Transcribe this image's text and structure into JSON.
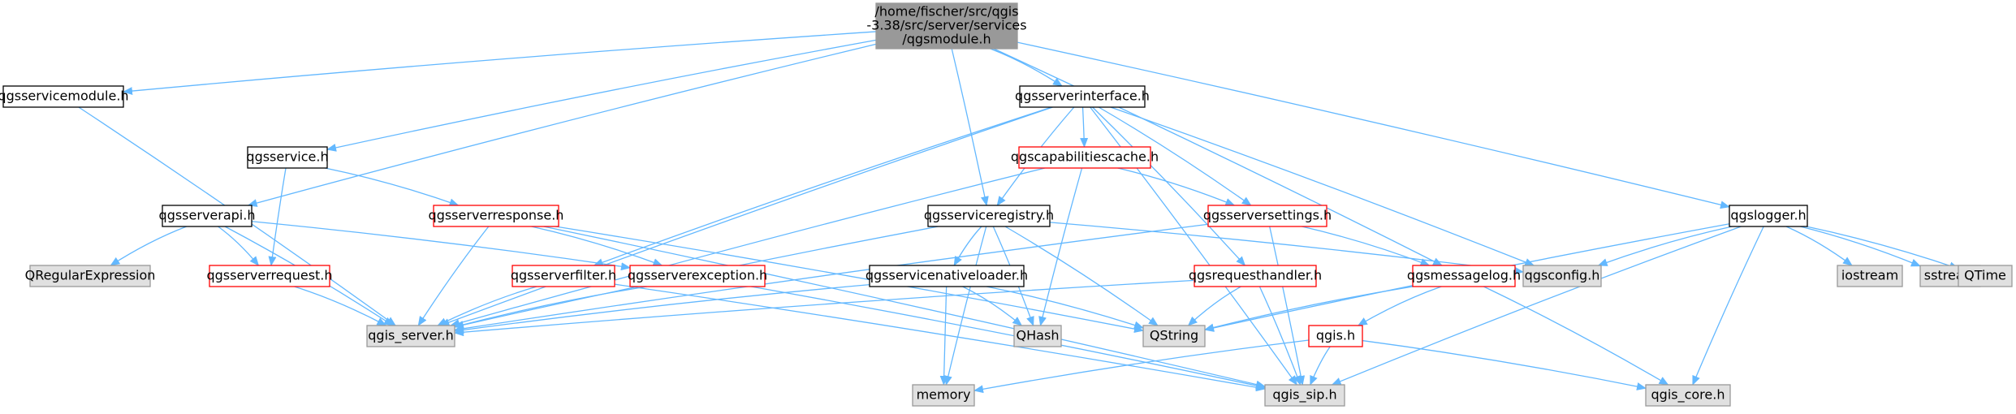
{
  "colors": {
    "edge": "#63b8ff",
    "focus_fill": "#999999",
    "gray_fill": "#e0e0e0",
    "white_fill": "#ffffff",
    "black_border": "#000000",
    "red_border": "#ff0000",
    "gray_border": "#999999"
  },
  "nodes": [
    {
      "id": "qgsmodule",
      "lines": [
        "/home/fischer/src/qgis",
        "-3.38/src/server/services",
        "/qgsmodule.h"
      ],
      "style": "focus"
    },
    {
      "id": "qgsservicemodule",
      "lines": [
        "qgsservicemodule.h"
      ],
      "style": "black"
    },
    {
      "id": "qgsserverinterface",
      "lines": [
        "qgsserverinterface.h"
      ],
      "style": "black"
    },
    {
      "id": "qgslogger",
      "lines": [
        "qgslogger.h"
      ],
      "style": "black"
    },
    {
      "id": "qgsservice",
      "lines": [
        "qgsservice.h"
      ],
      "style": "black"
    },
    {
      "id": "qgscapabilitiescache",
      "lines": [
        "qgscapabilitiescache.h"
      ],
      "style": "red"
    },
    {
      "id": "qgsserverapi",
      "lines": [
        "qgsserverapi.h"
      ],
      "style": "black"
    },
    {
      "id": "qgsserverresponse",
      "lines": [
        "qgsserverresponse.h"
      ],
      "style": "red"
    },
    {
      "id": "qgsserviceregistry",
      "lines": [
        "qgsserviceregistry.h"
      ],
      "style": "black"
    },
    {
      "id": "qgsserversettings",
      "lines": [
        "qgsserversettings.h"
      ],
      "style": "red"
    },
    {
      "id": "qregularexpression",
      "lines": [
        "QRegularExpression"
      ],
      "style": "gray"
    },
    {
      "id": "qgsserverrequest",
      "lines": [
        "qgsserverrequest.h"
      ],
      "style": "red"
    },
    {
      "id": "qgsserverfilter",
      "lines": [
        "qgsserverfilter.h"
      ],
      "style": "red"
    },
    {
      "id": "qgsserverexception",
      "lines": [
        "qgsserverexception.h"
      ],
      "style": "red"
    },
    {
      "id": "qgsservicenativeloader",
      "lines": [
        "qgsservicenativeloader.h"
      ],
      "style": "black"
    },
    {
      "id": "qgsconfig",
      "lines": [
        "qgsconfig.h"
      ],
      "style": "gray"
    },
    {
      "id": "qgsrequesthandler",
      "lines": [
        "qgsrequesthandler.h"
      ],
      "style": "red"
    },
    {
      "id": "qgsmessagelog",
      "lines": [
        "qgsmessagelog.h"
      ],
      "style": "red"
    },
    {
      "id": "iostream",
      "lines": [
        "iostream"
      ],
      "style": "gray"
    },
    {
      "id": "sstream",
      "lines": [
        "sstream"
      ],
      "style": "gray"
    },
    {
      "id": "qtime",
      "lines": [
        "QTime"
      ],
      "style": "gray"
    },
    {
      "id": "qgis_server",
      "lines": [
        "qgis_server.h"
      ],
      "style": "gray"
    },
    {
      "id": "qhash",
      "lines": [
        "QHash"
      ],
      "style": "gray"
    },
    {
      "id": "qstring",
      "lines": [
        "QString"
      ],
      "style": "gray"
    },
    {
      "id": "qgis",
      "lines": [
        "qgis.h"
      ],
      "style": "red"
    },
    {
      "id": "memory",
      "lines": [
        "memory"
      ],
      "style": "gray"
    },
    {
      "id": "qgis_sip",
      "lines": [
        "qgis_sip.h"
      ],
      "style": "gray"
    },
    {
      "id": "qgis_core",
      "lines": [
        "qgis_core.h"
      ],
      "style": "gray"
    }
  ],
  "edges": [
    [
      "qgsmodule",
      "qgsservicemodule"
    ],
    [
      "qgsmodule",
      "qgsserverinterface"
    ],
    [
      "qgsmodule",
      "qgslogger"
    ],
    [
      "qgsmodule",
      "qgsservice"
    ],
    [
      "qgsmodule",
      "qgsserverapi"
    ],
    [
      "qgsmodule",
      "qgsserviceregistry"
    ],
    [
      "qgsmodule",
      "qgsmessagelog"
    ],
    [
      "qgsservicemodule",
      "qgis_server"
    ],
    [
      "qgsserverinterface",
      "qgscapabilitiescache"
    ],
    [
      "qgsserverinterface",
      "qgsserversettings"
    ],
    [
      "qgsserverinterface",
      "qgsserviceregistry"
    ],
    [
      "qgsserverinterface",
      "qgsserverfilter"
    ],
    [
      "qgsserverinterface",
      "qgsrequesthandler"
    ],
    [
      "qgsserverinterface",
      "qgsconfig"
    ],
    [
      "qgsserverinterface",
      "qgis_server"
    ],
    [
      "qgsserverinterface",
      "qgis_sip"
    ],
    [
      "qgsservice",
      "qgsserverrequest"
    ],
    [
      "qgsservice",
      "qgsserverresponse"
    ],
    [
      "qgscapabilitiescache",
      "qgsserversettings"
    ],
    [
      "qgscapabilitiescache",
      "qhash"
    ],
    [
      "qgscapabilitiescache",
      "qgis_server"
    ],
    [
      "qgsserverapi",
      "qregularexpression"
    ],
    [
      "qgsserverapi",
      "qgsserverrequest"
    ],
    [
      "qgsserverapi",
      "qgsserverexception"
    ],
    [
      "qgsserverapi",
      "qgis_server"
    ],
    [
      "qgsserverresponse",
      "qgsserverexception"
    ],
    [
      "qgsserverresponse",
      "qstring"
    ],
    [
      "qgsserverresponse",
      "qgis_server"
    ],
    [
      "qgsserverresponse",
      "qgis_sip"
    ],
    [
      "qgsserviceregistry",
      "qgsservicenativeloader"
    ],
    [
      "qgsserviceregistry",
      "qhash"
    ],
    [
      "qgsserviceregistry",
      "qstring"
    ],
    [
      "qgsserviceregistry",
      "memory"
    ],
    [
      "qgsserviceregistry",
      "qgsconfig"
    ],
    [
      "qgsserviceregistry",
      "qgis_server"
    ],
    [
      "qgsserversettings",
      "qgsmessagelog"
    ],
    [
      "qgsserversettings",
      "qgis_server"
    ],
    [
      "qgsserversettings",
      "qgis_sip"
    ],
    [
      "qgsserverrequest",
      "qgis_server"
    ],
    [
      "qgsserverfilter",
      "qgis_server"
    ],
    [
      "qgsserverfilter",
      "qgis_sip"
    ],
    [
      "qgsserverexception",
      "qgis_server"
    ],
    [
      "qgsserverexception",
      "qgis_sip"
    ],
    [
      "qgsservicenativeloader",
      "qgis_server"
    ],
    [
      "qgsservicenativeloader",
      "qhash"
    ],
    [
      "qgsservicenativeloader",
      "memory"
    ],
    [
      "qgsservicenativeloader",
      "qstring"
    ],
    [
      "qgsrequesthandler",
      "qgis_server"
    ],
    [
      "qgsrequesthandler",
      "qstring"
    ],
    [
      "qgsrequesthandler",
      "qgis_sip"
    ],
    [
      "qgsmessagelog",
      "qgis"
    ],
    [
      "qgsmessagelog",
      "qstring"
    ],
    [
      "qgsmessagelog",
      "qgis_core"
    ],
    [
      "qgslogger",
      "qgsconfig"
    ],
    [
      "qgslogger",
      "iostream"
    ],
    [
      "qgslogger",
      "sstream"
    ],
    [
      "qgslogger",
      "qtime"
    ],
    [
      "qgslogger",
      "qstring"
    ],
    [
      "qgslogger",
      "qgis_sip"
    ],
    [
      "qgslogger",
      "qgis_core"
    ],
    [
      "qgis",
      "memory"
    ],
    [
      "qgis",
      "qgis_sip"
    ],
    [
      "qgis",
      "qgis_core"
    ]
  ]
}
